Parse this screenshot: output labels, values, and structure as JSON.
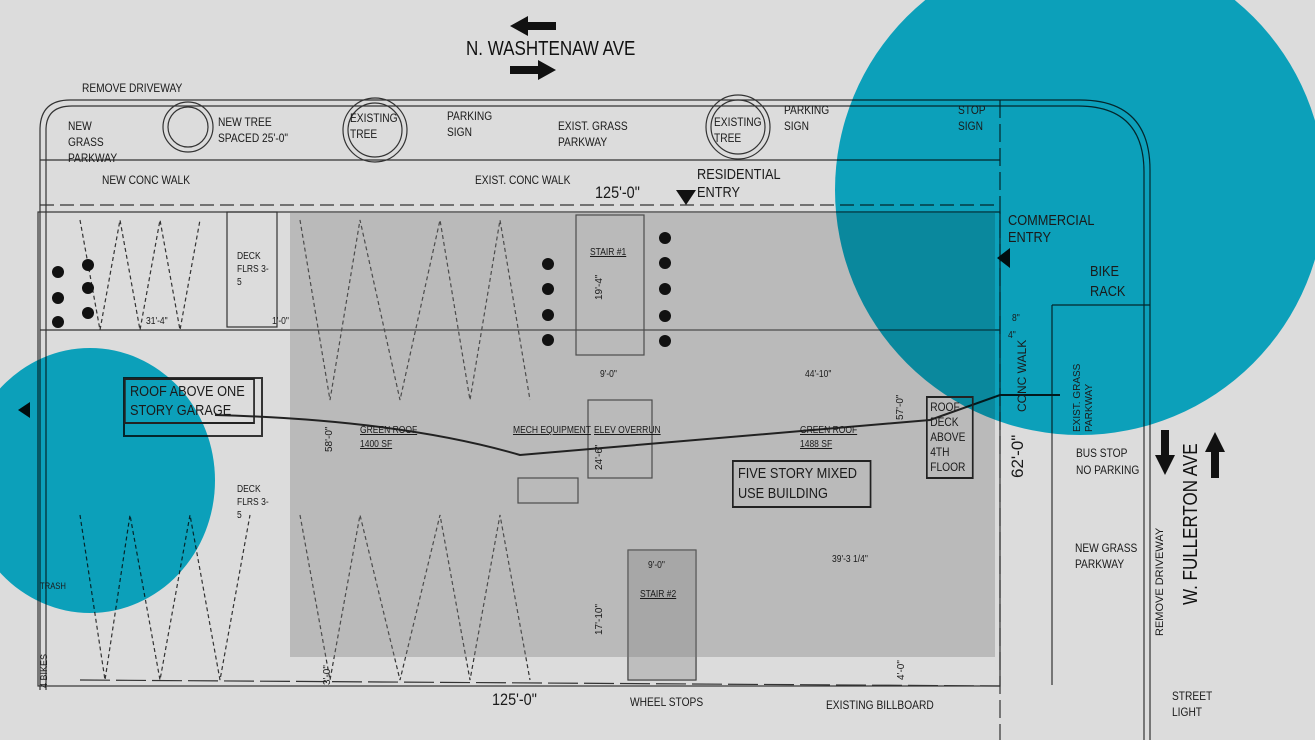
{
  "streets": {
    "north": "N. WASHTENAW AVE",
    "east": "W. FULLERTON AVE"
  },
  "labels": {
    "remove_driveway_top": "REMOVE DRIVEWAY",
    "new_grass_parkway": "NEW GRASS PARKWAY",
    "new_tree": "NEW TREE SPACED 25'-0\"",
    "existing_tree_1": "EXISTING TREE",
    "parking_sign_1": "PARKING SIGN",
    "exist_grass_parkway": "EXIST. GRASS PARKWAY",
    "existing_tree_2": "EXISTING TREE",
    "parking_sign_2": "PARKING SIGN",
    "stop_sign": "STOP SIGN",
    "new_conc_walk": "NEW CONC WALK",
    "exist_conc_walk": "EXIST. CONC WALK",
    "dim_top": "125'-0\"",
    "residential_entry": "RESIDENTIAL ENTRY",
    "commercial_entry": "COMMERCIAL ENTRY",
    "bike_rack": "BIKE RACK",
    "deck_1": "DECK FLRS 3-5",
    "deck_2": "DECK FLRS 3-5",
    "stair_1": "STAIR #1",
    "stair_2": "STAIR #2",
    "dim_19_4": "19'-4\"",
    "dim_9_0_a": "9'-0\"",
    "dim_9_0_b": "9'-0\"",
    "dim_44_10": "44'-10\"",
    "dim_31_4": "31'-4\"",
    "dim_1_0": "1'-0\"",
    "dim_58_0": "58'-0\"",
    "dim_57_0": "57'-0\"",
    "dim_24_6": "24'-6\"",
    "dim_17_10": "17'-10\"",
    "dim_39_3": "39'-3 1/4\"",
    "dim_3_0": "3'-0\"",
    "dim_4_0": "4'-0\"",
    "dim_62_0": "62'-0\"",
    "dim_8": "8\"",
    "dim_4": "4\"",
    "dim_bottom": "125'-0\"",
    "roof_garage": "ROOF ABOVE ONE STORY GARAGE",
    "green_roof_1": "GREEN ROOF",
    "green_roof_1_area": "1400 SF",
    "green_roof_2": "GREEN ROOF",
    "green_roof_2_area": "1488 SF",
    "mech_equipment": "MECH EQUIPMENT",
    "elev_overrun": "ELEV OVERRUN",
    "five_story": "FIVE STORY MIXED USE BUILDING",
    "roof_deck": "ROOF DECK ABOVE 4TH FLOOR",
    "conc_walk": "CONC WALK",
    "exist_grass_parkway_v": "EXIST. GRASS PARKWAY",
    "bus_stop": "BUS STOP",
    "no_parking": "NO PARKING",
    "new_grass_parkway_2": "NEW GRASS PARKWAY",
    "remove_driveway_right": "REMOVE DRIVEWAY",
    "street_light": "STREET LIGHT",
    "wheel_stops": "WHEEL STOPS",
    "existing_billboard": "EXISTING BILLBOARD",
    "trash": "TRASH",
    "bikes": "4 BIKES"
  },
  "colors": {
    "accent": "#00b7d6",
    "paper": "#dcdcdc",
    "building": "#a8a8a8",
    "ink": "#1a1a1a"
  }
}
